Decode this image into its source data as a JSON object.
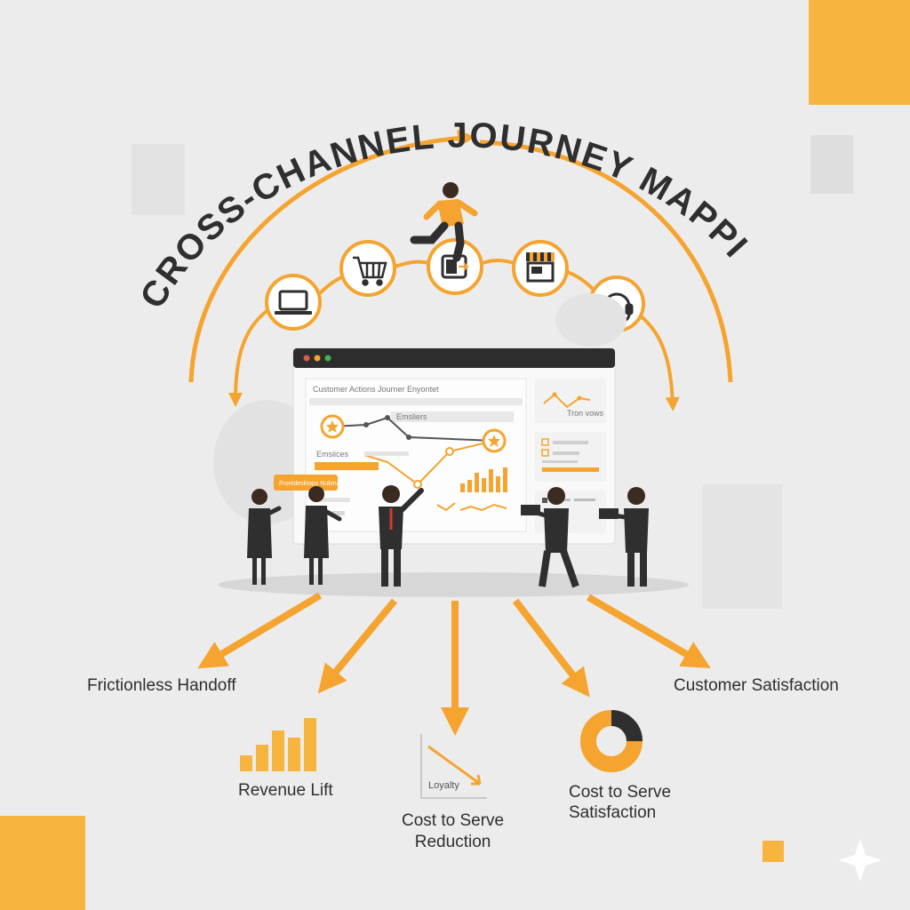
{
  "title": "CROSS-CHANNEL JOURNEY MAPPING",
  "channels": [
    {
      "icon": "laptop-icon"
    },
    {
      "icon": "shopping-cart-icon"
    },
    {
      "icon": "mobile-phone-icon"
    },
    {
      "icon": "storefront-icon"
    },
    {
      "icon": "headset-icon"
    }
  ],
  "dashboard": {
    "panel_title": "Customer Actions  Journer  Enyontet",
    "row_label_1": "Emsliers",
    "row_label_2": "Emsiices",
    "side_label": "Tron vows",
    "callout": "Frontdesktops Nukmalt"
  },
  "outcomes": {
    "frictionless": "Frictionless Handoff",
    "customer_satisfaction": "Customer Satisfaction",
    "revenue_lift": "Revenue Lift",
    "loyalty": "Loyalty",
    "cost_reduction_line1": "Cost to Serve",
    "cost_reduction_line2": "Reduction",
    "cost_satisfaction_line1": "Cost to Serve",
    "cost_satisfaction_line2": "Satisfaction"
  },
  "colors": {
    "accent": "#f5a42f",
    "dark": "#2f2f2f",
    "background": "#ececec"
  }
}
